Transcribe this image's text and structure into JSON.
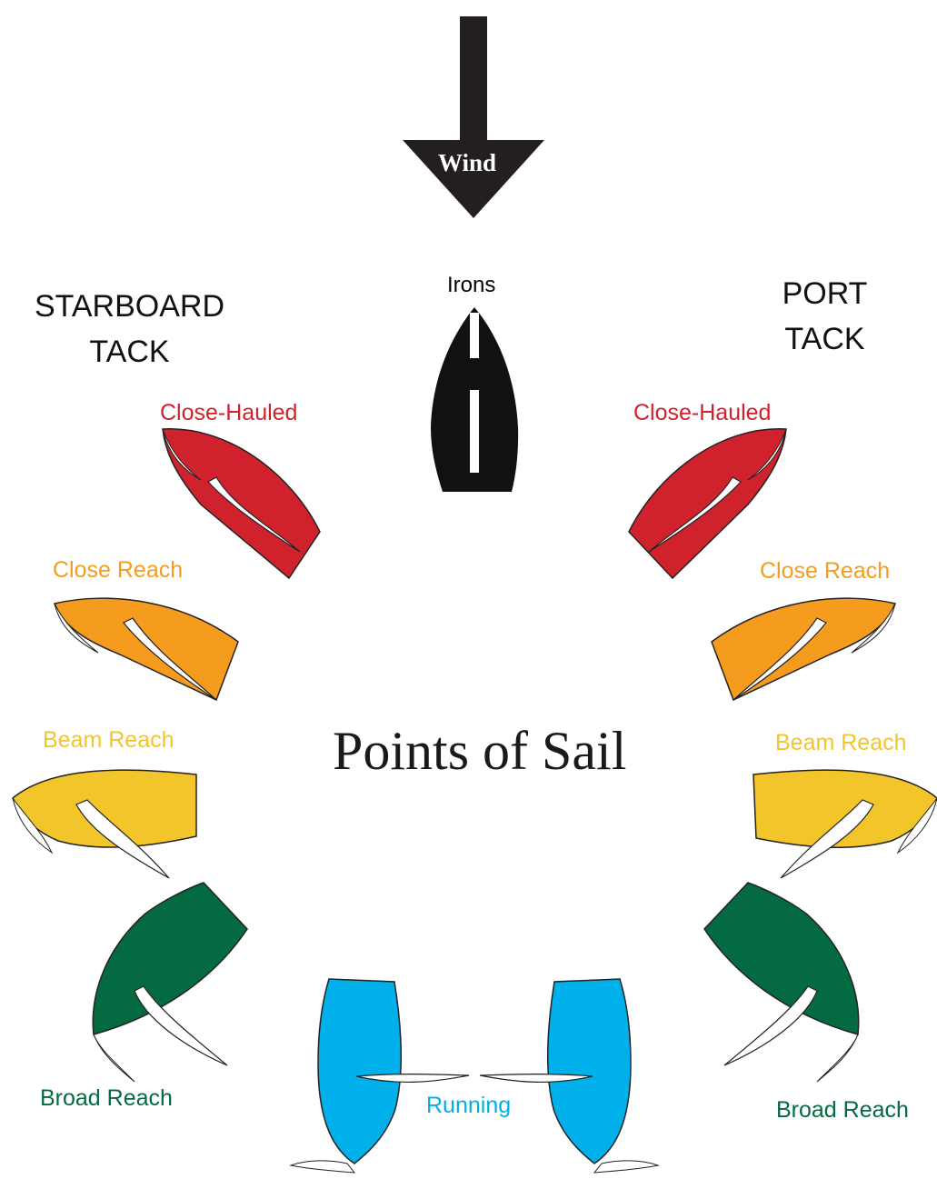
{
  "wind": {
    "label": "Wind"
  },
  "title": "Points of Sail",
  "tacks": {
    "starboard": {
      "line1": "STARBOARD",
      "line2": "TACK"
    },
    "port": {
      "line1": "PORT",
      "line2": "TACK"
    }
  },
  "points": {
    "irons": {
      "label": "Irons",
      "color": "#111111"
    },
    "close_hauled": {
      "label": "Close-Hauled",
      "color": "#d0222c"
    },
    "close_reach": {
      "label": "Close Reach",
      "color": "#f59c1f"
    },
    "beam_reach": {
      "label": "Beam Reach",
      "color": "#f2c62a"
    },
    "broad_reach": {
      "label": "Broad Reach",
      "color": "#036a41"
    },
    "running": {
      "label": "Running",
      "color": "#00b0ea"
    }
  },
  "colors": {
    "hull_outline": "#222222",
    "sail_fill": "#ffffff"
  }
}
